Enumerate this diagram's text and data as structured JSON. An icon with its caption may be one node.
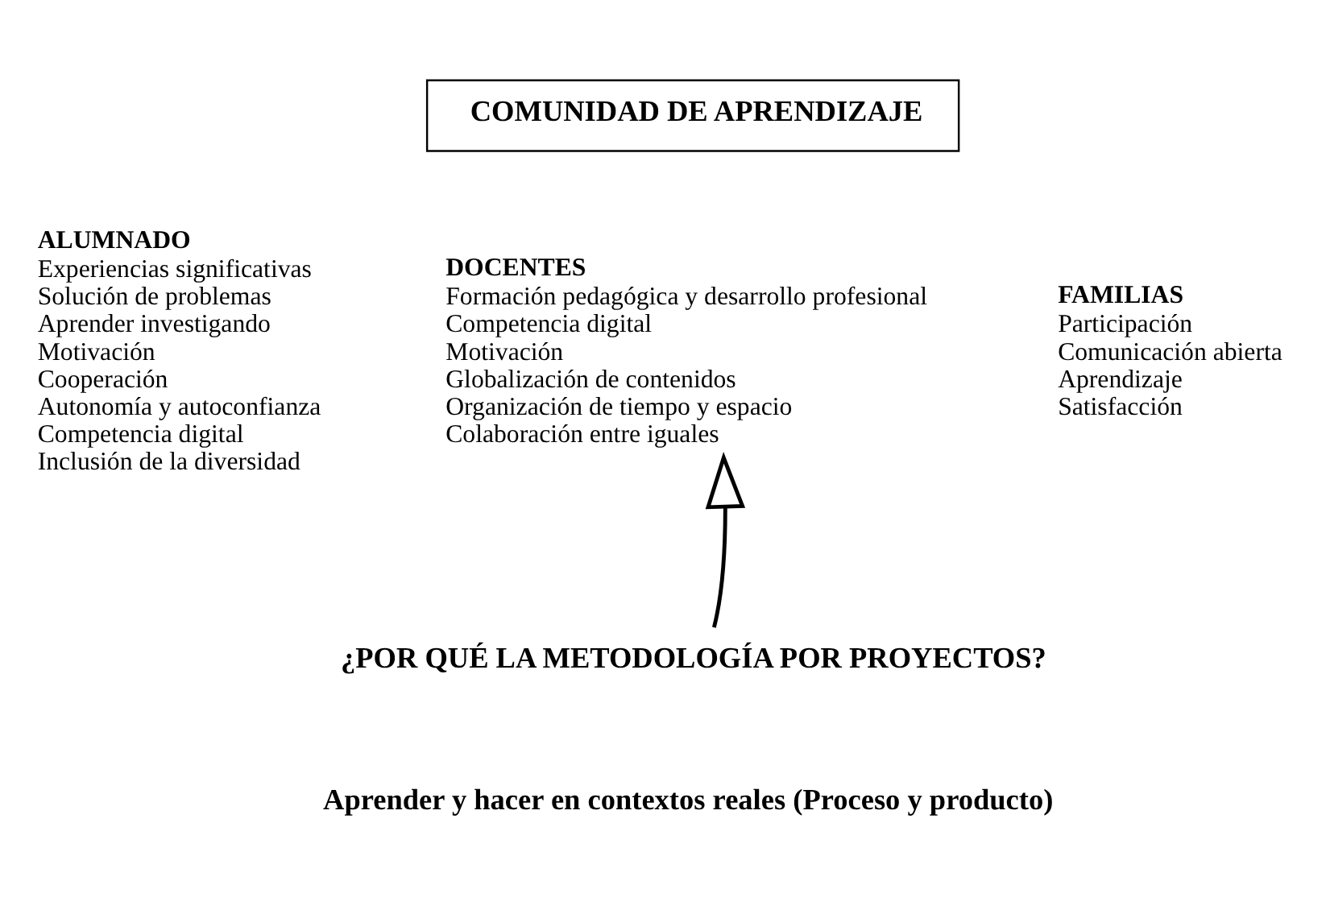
{
  "diagram": {
    "nodes": [
      {
        "text": [
          "COMUNIDAD DE APRENDIZAJE"
        ]
      },
      {
        "text": [
          "ALUMNADO",
          "Experiencias significativas",
          "Solución de problemas",
          "Aprender investigando",
          "Motivación",
          "Cooperación",
          "Autonomía y autoconfianza",
          "Competencia digital",
          "Inclusión de la diversidad"
        ]
      },
      {
        "text": [
          "DOCENTES",
          "Formación pedagógica y desarrollo profesional",
          "Competencia digital",
          "Motivación",
          "Globalización de contenidos",
          "Organización de tiempo y espacio",
          "Colaboración entre iguales"
        ]
      },
      {
        "text": [
          "FAMILIAS",
          "Participación",
          "Comunicación abierta",
          "Aprendizaje",
          "Satisfacción"
        ]
      },
      {
        "text": [
          "¿POR QUÉ LA METODOLOGÍA POR PROYECTOS?"
        ]
      }
    ],
    "edges": [
      {
        "from": 4,
        "to": 2,
        "arrow": "to"
      }
    ],
    "labels": [
      "Aprender y hacer en contextos reales (Proceso y producto)"
    ]
  }
}
